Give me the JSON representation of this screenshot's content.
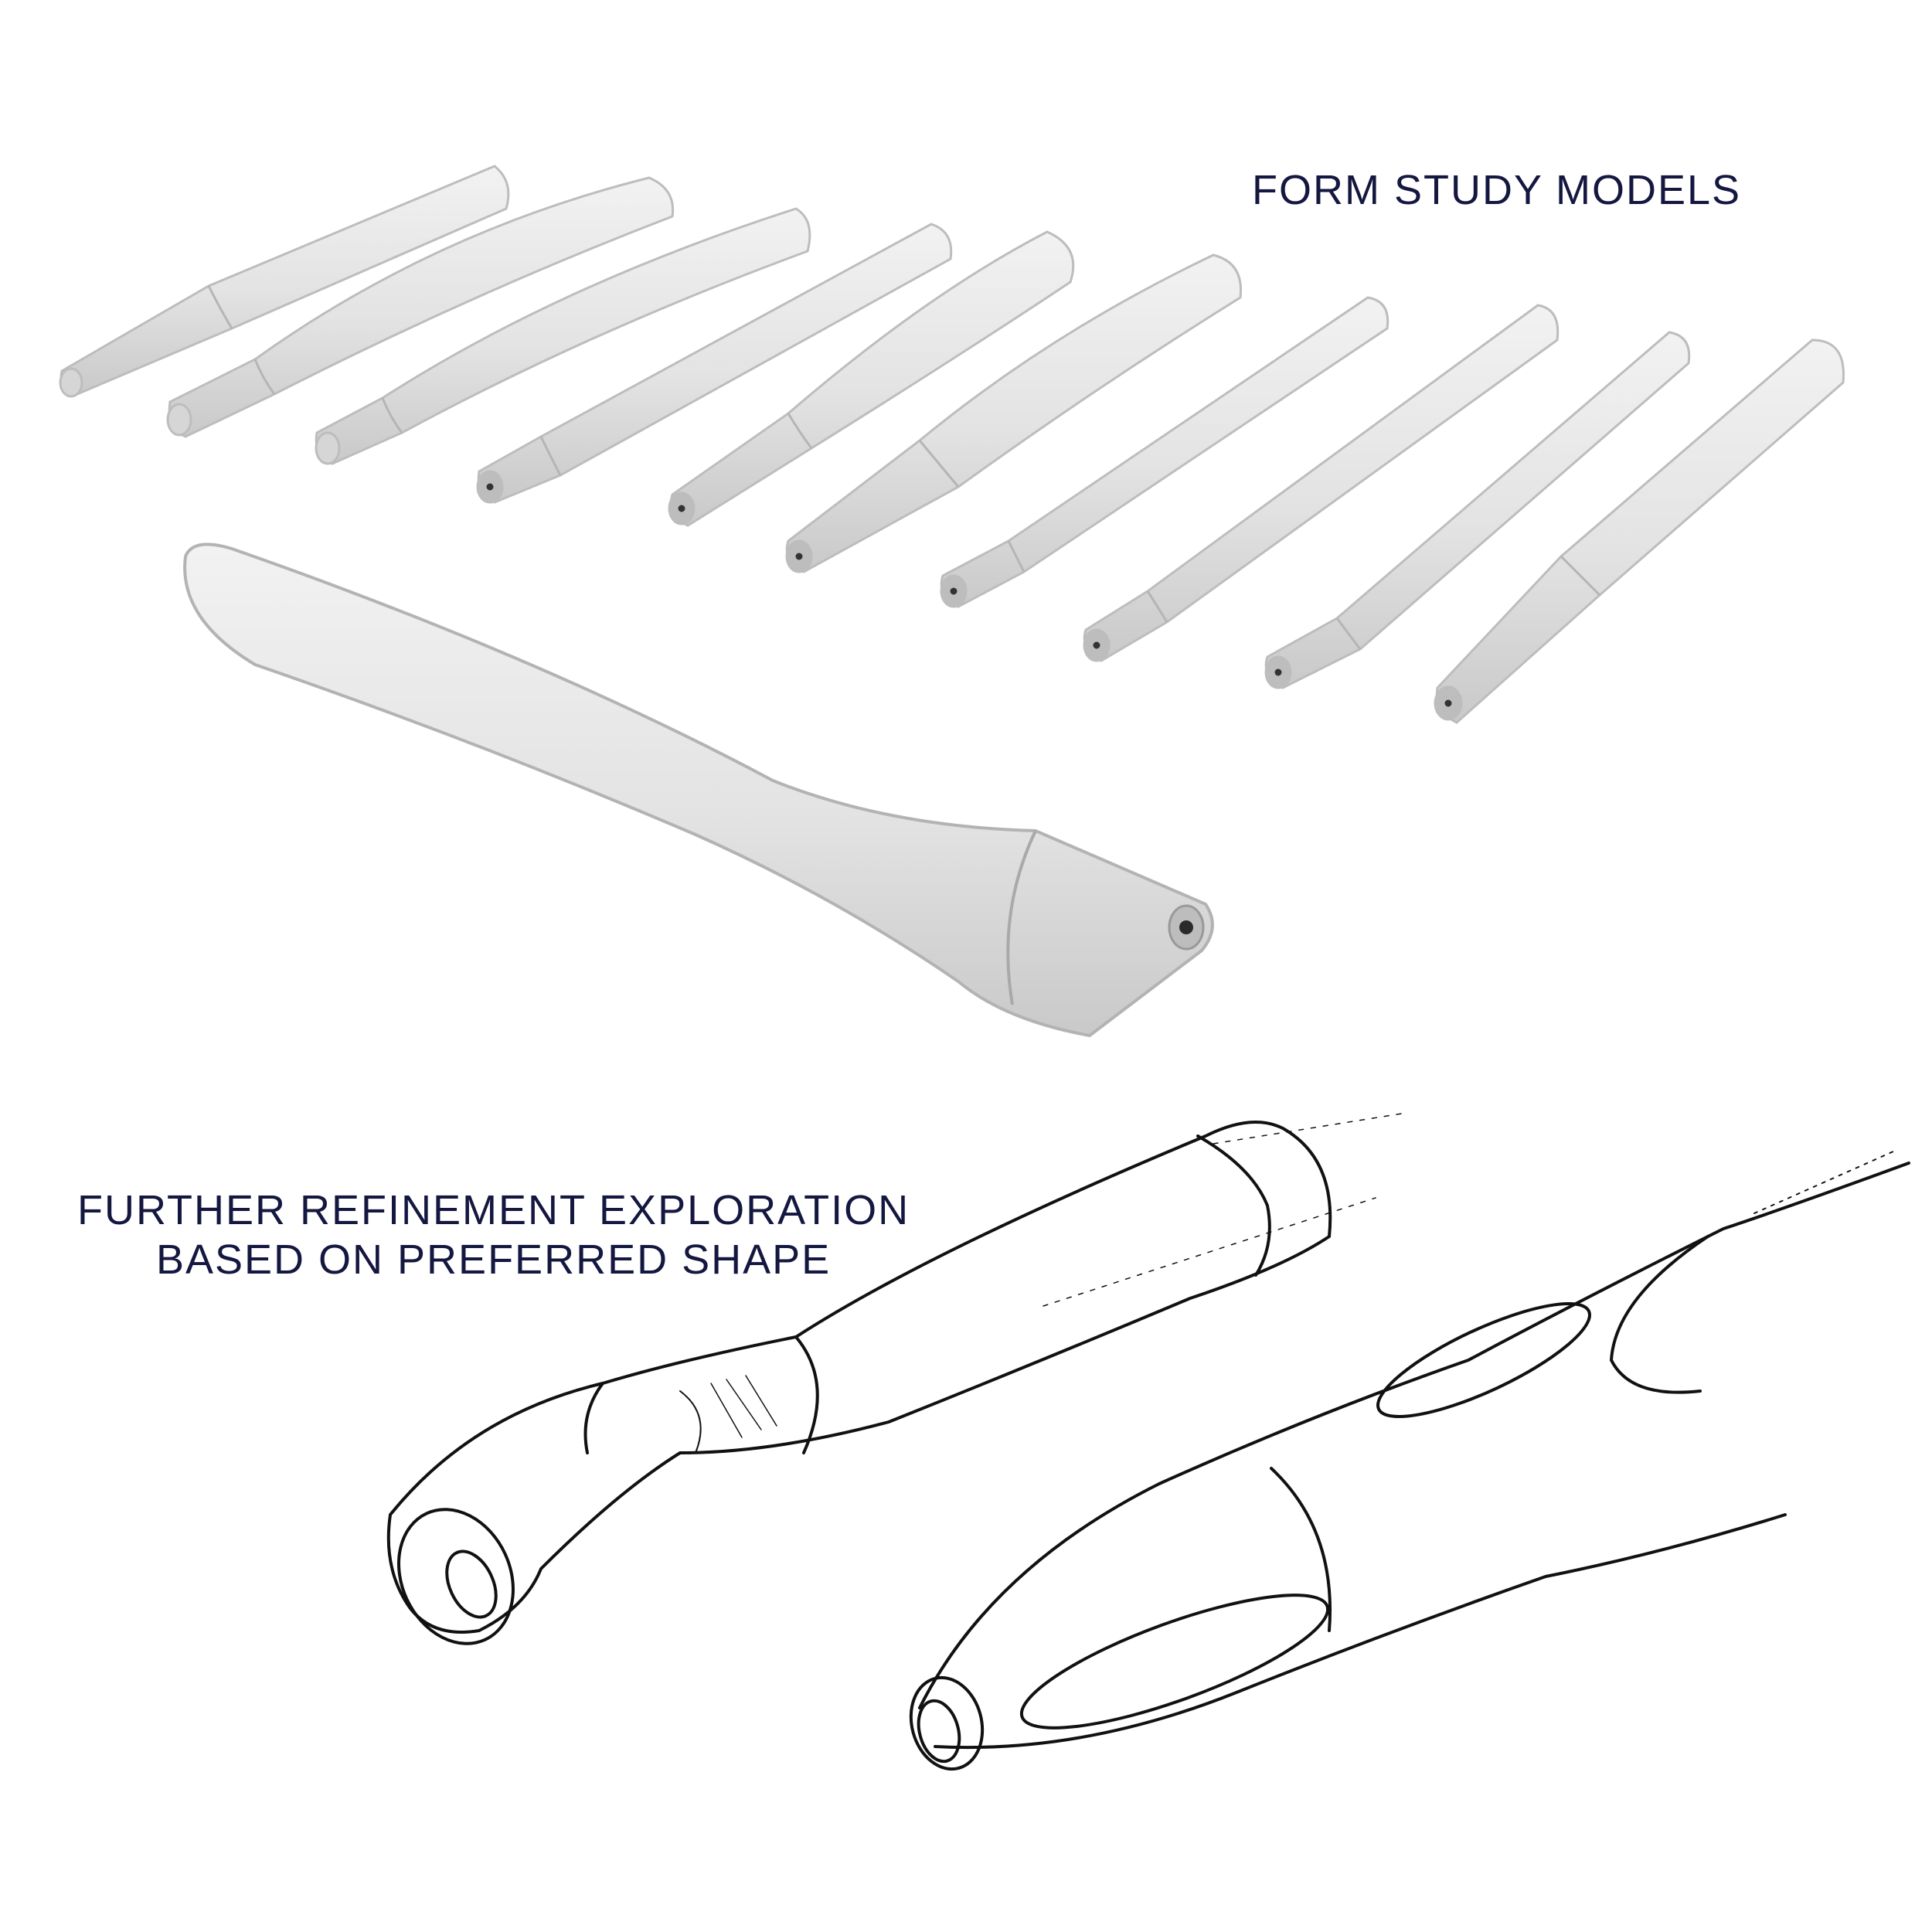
{
  "captions": {
    "form_study": "FORM STUDY MODELS",
    "refinement_line1": "FURTHER REFINEMENT EXPLORATION",
    "refinement_line2": "BASED ON PREFERRED SHAPE"
  },
  "colors": {
    "caption_text": "#14173f",
    "model_fill": "#e4e4e4",
    "sketch_stroke": "#111111"
  },
  "illustrations": [
    "form-study-models-row",
    "large-handpiece-model",
    "handpiece-sketch-left",
    "handpiece-sketch-right"
  ]
}
